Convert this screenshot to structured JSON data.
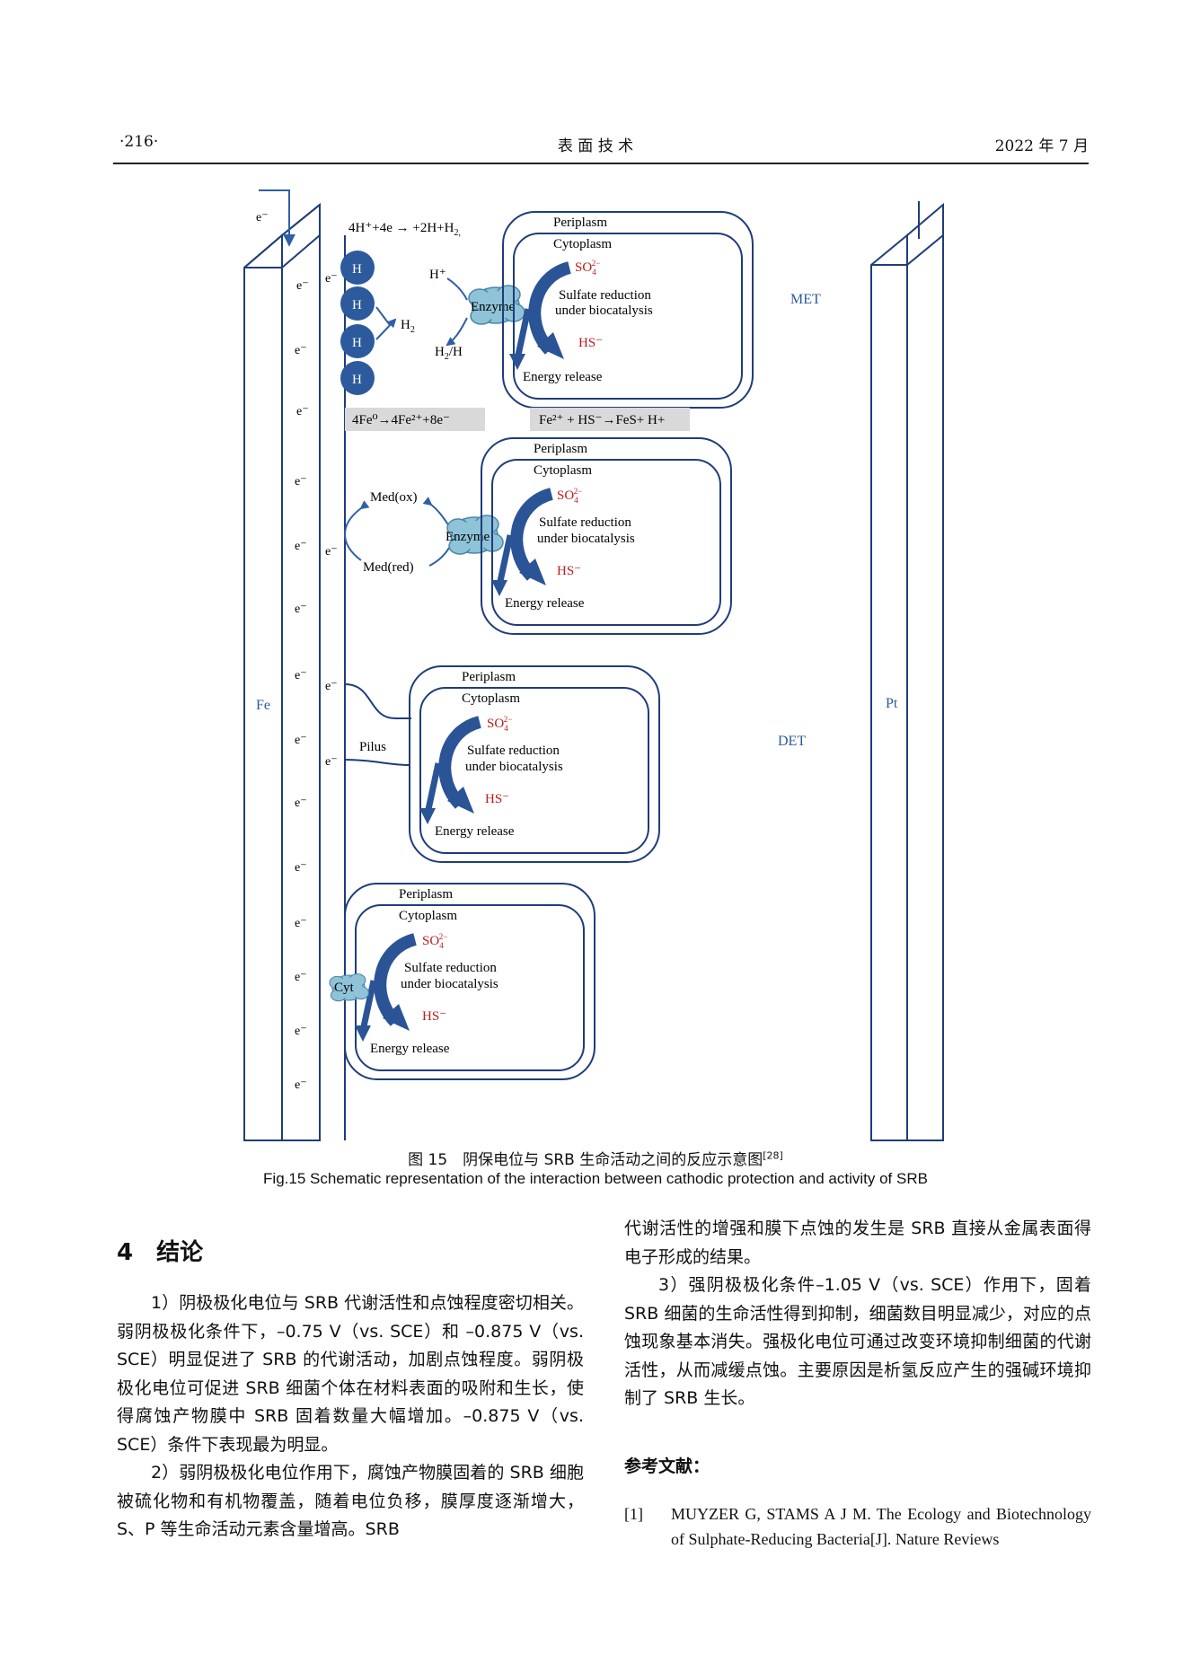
{
  "header": {
    "page_number": "·216·",
    "journal": "表 面 技 术",
    "date": "2022 年 7 月"
  },
  "figure": {
    "electrode_left": "Fe",
    "electrode_right": "Pt",
    "electron_label": "e⁻",
    "met_label": "MET",
    "det_label": "DET",
    "h_atom": "H",
    "h2": "H",
    "h2_sub": "2",
    "h_plus": "H⁺",
    "h2_h": "H",
    "h2_h_rest": "/H",
    "h2_h_sub": "2",
    "reaction_top": "4H⁺+4e → +2H+H",
    "reaction_top_sub": "2,",
    "reaction_fe": "4Fe⁰→4Fe²⁺+8e⁻",
    "reaction_fes": "Fe²⁺ + HS⁻→FeS+ H+",
    "enzyme": "Enzyme",
    "med_ox": "Med(ox)",
    "med_red": "Med(red)",
    "pilus": "Pilus",
    "cyt": "Cyt",
    "periplasm": "Periplasm",
    "cytoplasm": "Cytoplasm",
    "so4": "SO",
    "so4_sub": "4",
    "so4_sup": "2−",
    "sulfate_line1": "Sulfate reduction",
    "sulfate_line2": "under biocatalysis",
    "hs": "HS⁻",
    "energy": "Energy release"
  },
  "caption": {
    "zh": "图 15　阴保电位与 SRB 生命活动之间的反应示意图",
    "zh_ref": "[28]",
    "en": "Fig.15 Schematic representation of the interaction between cathodic protection and activity of SRB"
  },
  "section": {
    "title": "4　结论"
  },
  "left_col": {
    "p1": "1）阴极极化电位与 SRB 代谢活性和点蚀程度密切相关。弱阴极极化条件下，–0.75 V（vs. SCE）和 –0.875 V（vs. SCE）明显促进了 SRB 的代谢活动，加剧点蚀程度。弱阴极极化电位可促进 SRB 细菌个体在材料表面的吸附和生长，使得腐蚀产物膜中 SRB 固着数量大幅增加。–0.875 V（vs. SCE）条件下表现最为明显。",
    "p2": "2）弱阴极极化电位作用下，腐蚀产物膜固着的 SRB 细胞被硫化物和有机物覆盖，随着电位负移，膜厚度逐渐增大，S、P 等生命活动元素含量增高。SRB"
  },
  "right_col": {
    "p2_cont": "代谢活性的增强和膜下点蚀的发生是 SRB 直接从金属表面得电子形成的结果。",
    "p3": "3）强阴极极化条件–1.05 V（vs. SCE）作用下，固着 SRB 细菌的生命活性得到抑制，细菌数目明显减少，对应的点蚀现象基本消失。强极化电位可通过改变环境抑制细菌的代谢活性，从而减缓点蚀。主要原因是析氢反应产生的强碱环境抑制了 SRB 生长。"
  },
  "references": {
    "heading": "参考文献：",
    "items": [
      {
        "num": "[1]",
        "text": "MUYZER G, STAMS A J M. The Ecology and Biotechnology of Sulphate-Reducing Bacteria[J]. Nature Reviews"
      }
    ]
  },
  "colors": {
    "electrode": "#1f3d7a",
    "arrow": "#2f5fa6",
    "h_circle": "#2c5a9c",
    "enzyme": "#8fc3d8",
    "red_text": "#c01a1a",
    "label_blue": "#2a5a9a",
    "gray_box": "#d9d9d9"
  }
}
